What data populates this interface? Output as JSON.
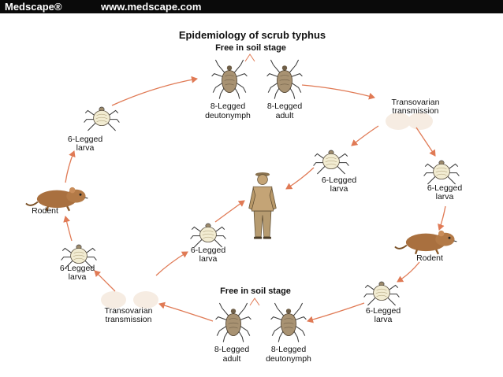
{
  "header": {
    "brand": "Medscape®",
    "site": "www.medscape.com"
  },
  "diagram": {
    "title": "Epidemiology of scrub typhus",
    "top_stage": "Free in soil stage",
    "bottom_stage": "Free in soil stage",
    "nodes": {
      "top_deutonymph": [
        "8-Legged",
        "deutonymph"
      ],
      "top_adult": [
        "8-Legged",
        "adult"
      ],
      "top_transovarian": [
        "Transovarian",
        "transmission"
      ],
      "left_larva_top": [
        "6-Legged",
        "larva"
      ],
      "left_rodent": [
        "Rodent"
      ],
      "left_larva_bottom": [
        "6-Legged",
        "larva"
      ],
      "bottom_transovarian": [
        "Transovarian",
        "transmission"
      ],
      "bottom_adult": [
        "8-Legged",
        "adult"
      ],
      "bottom_deutonymph": [
        "8-Legged",
        "deutonymph"
      ],
      "right_larva_bottom": [
        "6-Legged",
        "larva"
      ],
      "right_rodent": [
        "Rodent"
      ],
      "right_larva_top": [
        "6-Legged",
        "larva"
      ],
      "center_larva_top": [
        "6-Legged",
        "larva"
      ],
      "center_larva_bottom": [
        "6-Legged",
        "larva"
      ]
    }
  },
  "colors": {
    "arrow": "#e07a55",
    "mite_body": "#f2ecd2",
    "mite_adult": "#a89272",
    "rodent": "#a9703f",
    "human": "#c4a476",
    "egg": "#f6ece2"
  }
}
